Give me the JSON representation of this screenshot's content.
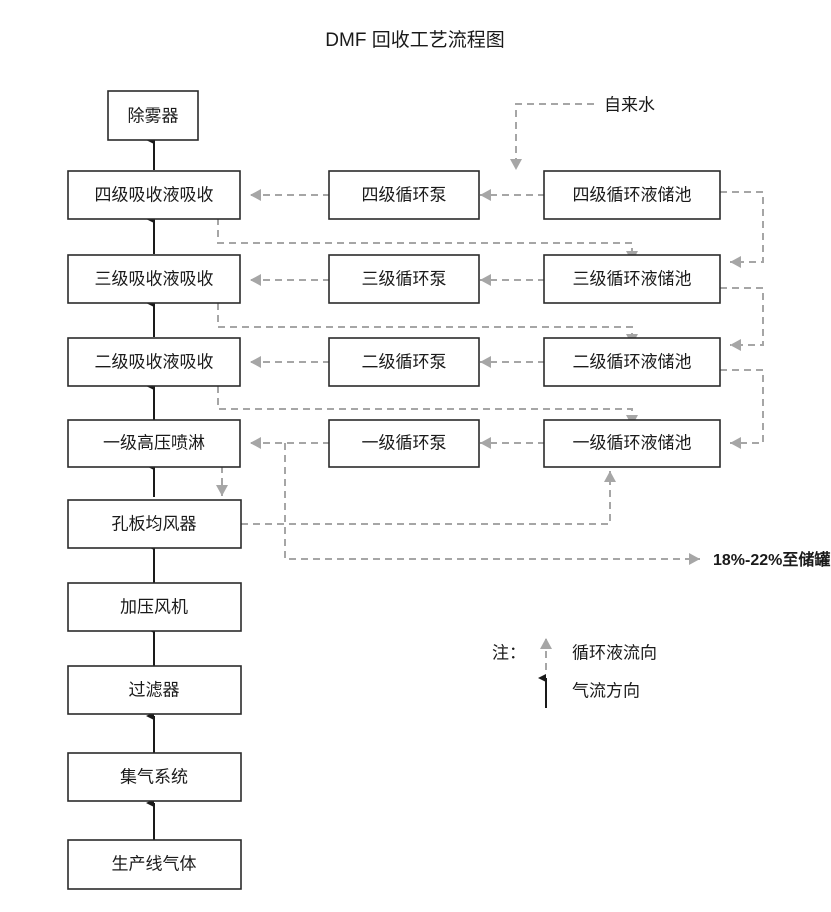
{
  "title": "DMF 回收工艺流程图",
  "colors": {
    "gas_flow": "#1a1a1a",
    "liquid_flow": "#a6a6a6",
    "box_border": "#2b2b2b",
    "box_fill": "#ffffff",
    "text": "#1a1a1a",
    "background": "#ffffff"
  },
  "gas_train": {
    "name": "气流主线",
    "nodes": [
      {
        "id": "demister",
        "label": "除雾器"
      },
      {
        "id": "abs4",
        "label": "四级吸收液吸收"
      },
      {
        "id": "abs3",
        "label": "三级吸收液吸收"
      },
      {
        "id": "abs2",
        "label": "二级吸收液吸收"
      },
      {
        "id": "spray1",
        "label": "一级高压喷淋"
      },
      {
        "id": "distributor",
        "label": "孔板均风器"
      },
      {
        "id": "blower",
        "label": "加压风机"
      },
      {
        "id": "filter",
        "label": "过滤器"
      },
      {
        "id": "collector",
        "label": "集气系统"
      },
      {
        "id": "source",
        "label": "生产线气体"
      }
    ]
  },
  "pumps": {
    "name": "循环泵",
    "nodes": [
      {
        "id": "pump4",
        "label": "四级循环泵"
      },
      {
        "id": "pump3",
        "label": "三级循环泵"
      },
      {
        "id": "pump2",
        "label": "二级循环泵"
      },
      {
        "id": "pump1",
        "label": "一级循环泵"
      }
    ]
  },
  "tanks": {
    "name": "循环液储池",
    "nodes": [
      {
        "id": "tank4",
        "label": "四级循环液储池"
      },
      {
        "id": "tank3",
        "label": "三级循环液储池"
      },
      {
        "id": "tank2",
        "label": "二级循环液储池"
      },
      {
        "id": "tank1",
        "label": "一级循环液储池"
      }
    ]
  },
  "annotations": {
    "fresh_water": "自来水",
    "outlet_concentration": "18%-22%",
    "outlet_destination": "至储罐"
  },
  "legend": {
    "prefix": "注：",
    "items": [
      {
        "id": "liquid",
        "marker": "dashed-up-arrow",
        "label": "循环液流向"
      },
      {
        "id": "gas",
        "marker": "solid-up-arrow",
        "label": "气流方向"
      }
    ]
  }
}
